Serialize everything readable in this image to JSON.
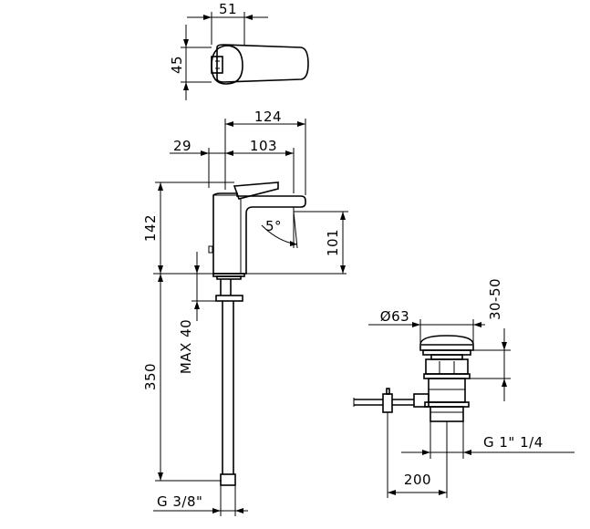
{
  "dimensions": {
    "top_width": "51",
    "top_height": "45",
    "overall_length": "124",
    "body_offset": "29",
    "spout_reach": "103",
    "body_height": "142",
    "spout_height": "101",
    "lever_angle": "5°",
    "max_deck": "MAX 40",
    "hose_length": "350",
    "hose_thread": "G 3/8\"",
    "plug_diameter": "Ø63",
    "plug_lift": "30-50",
    "waste_thread": "G 1\" 1/4",
    "rod_length": "200"
  }
}
